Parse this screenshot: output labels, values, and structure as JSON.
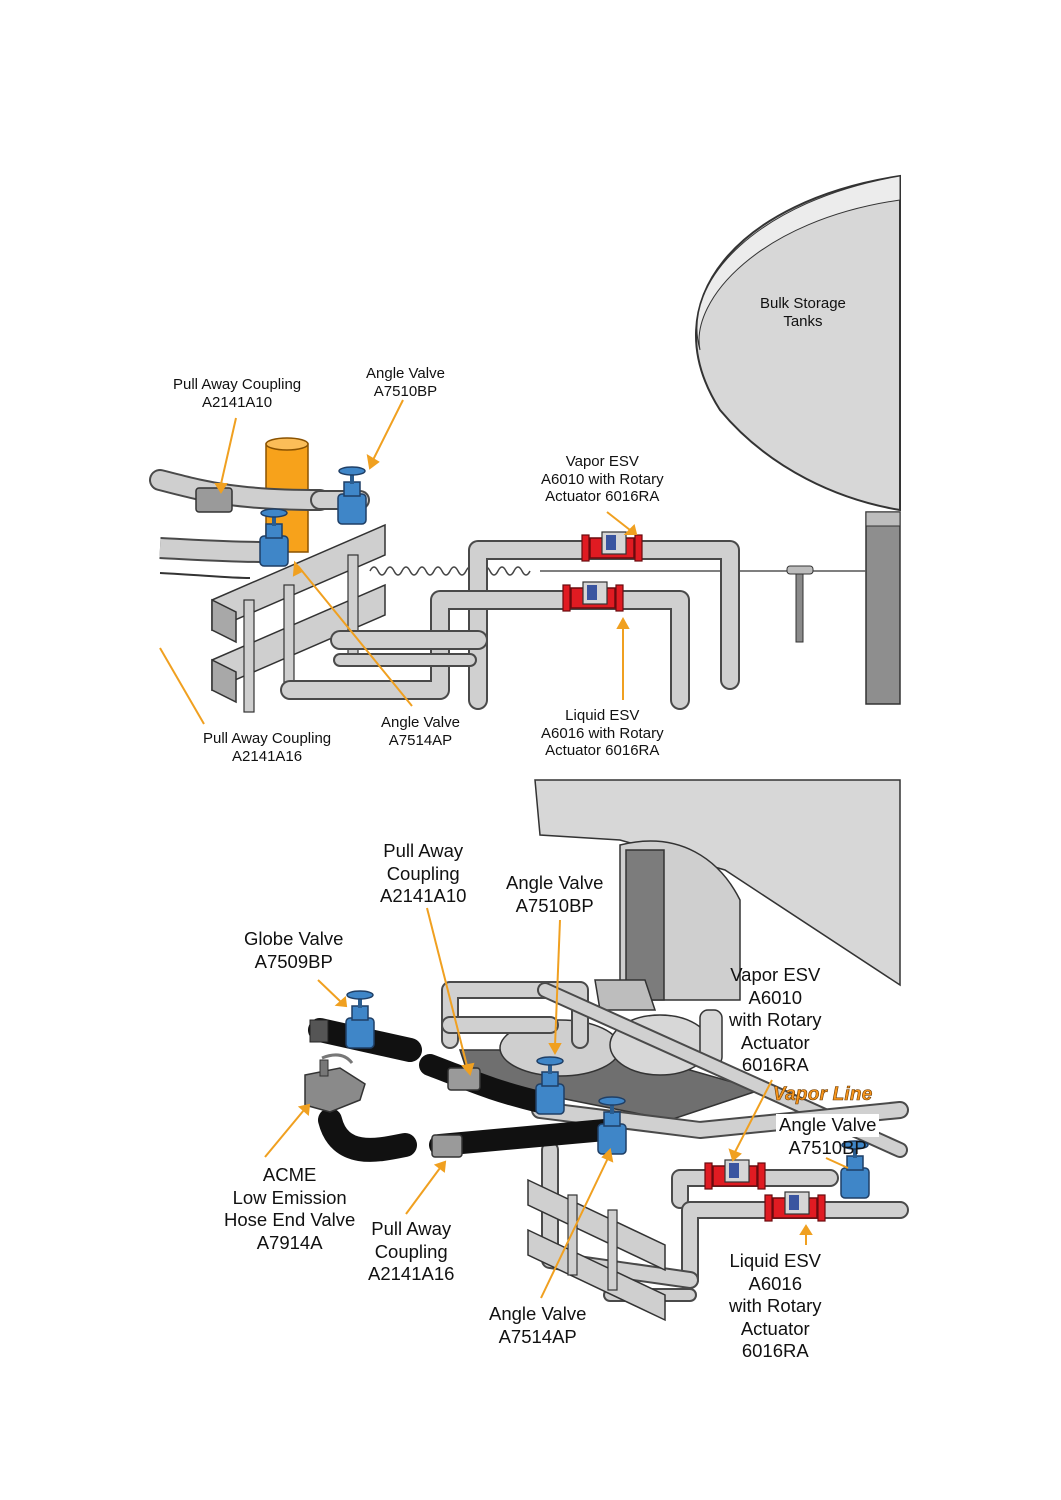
{
  "colors": {
    "pipe": "#d0d0d0",
    "pipe_stroke": "#4a4a4a",
    "valve_blue": "#3f86c8",
    "esv_red": "#e01b22",
    "actuator": "#3a55a0",
    "leader": "#f0a020",
    "post": "#f7a21b",
    "hose": "#1a1a1a",
    "tank": "#d7d7d7"
  },
  "top": {
    "bulk_tanks": [
      "Bulk Storage",
      "Tanks"
    ],
    "pull_away_a10": [
      "Pull Away Coupling",
      "A2141A10"
    ],
    "angle_valve_bp": [
      "Angle Valve",
      "A7510BP"
    ],
    "vapor_esv": [
      "Vapor ESV",
      "A6010 with Rotary",
      "Actuator 6016RA"
    ],
    "liquid_esv": [
      "Liquid ESV",
      "A6016 with Rotary",
      "Actuator 6016RA"
    ],
    "angle_valve_ap": [
      "Angle Valve",
      "A7514AP"
    ],
    "pull_away_a16": [
      "Pull Away Coupling",
      "A2141A16"
    ]
  },
  "bottom": {
    "pull_away_a10": [
      "Pull Away",
      "Coupling",
      "A2141A10"
    ],
    "angle_valve_bp": [
      "Angle Valve",
      "A7510BP"
    ],
    "globe_valve": [
      "Globe Valve",
      "A7509BP"
    ],
    "vapor_esv": [
      "Vapor ESV",
      "A6010",
      "with Rotary",
      "Actuator",
      "6016RA"
    ],
    "vapor_line": "Vapor Line",
    "angle_valve_bp2": [
      "Angle Valve",
      "A7510BP"
    ],
    "acme": [
      "ACME",
      "Low Emission",
      "Hose End Valve",
      "A7914A"
    ],
    "pull_away_a16": [
      "Pull Away",
      "Coupling",
      "A2141A16"
    ],
    "angle_valve_ap": [
      "Angle Valve",
      "A7514AP"
    ],
    "liquid_esv": [
      "Liquid ESV",
      "A6016",
      "with Rotary",
      "Actuator",
      "6016RA"
    ]
  }
}
